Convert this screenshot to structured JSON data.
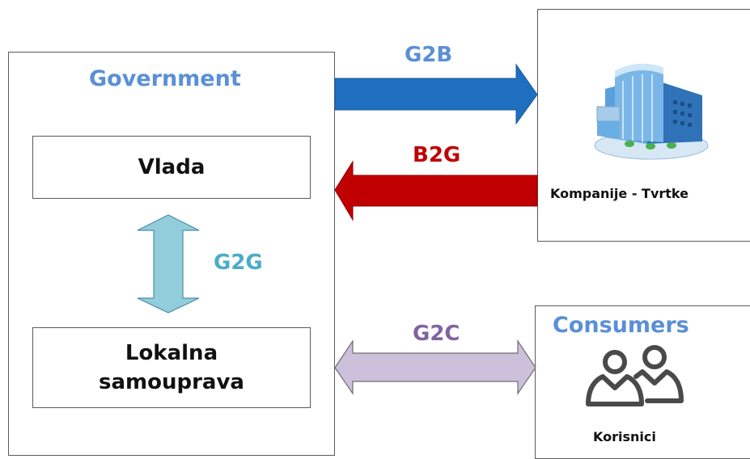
{
  "government": {
    "title": "Government",
    "vlada": "Vlada",
    "lokalna_line1": "Lokalna",
    "lokalna_line2": "samouprava"
  },
  "company": {
    "label": "Kompanije - Tvrtke",
    "icon": "building-icon"
  },
  "consumers": {
    "title": "Consumers",
    "label": "Korisnici",
    "icon": "users-icon"
  },
  "links": {
    "g2b": "G2B",
    "b2g": "B2G",
    "g2g": "G2G",
    "g2c": "G2C"
  },
  "colors": {
    "title_blue": "#5b8fd6",
    "g2b_arrow": "#1f6fc0",
    "b2g_arrow": "#c00000",
    "b2g_text": "#c00000",
    "g2g_arrow": "#92cddc",
    "g2g_text": "#4bacc6",
    "g2c_arrow": "#ccc0da",
    "g2c_text": "#8064a2"
  }
}
